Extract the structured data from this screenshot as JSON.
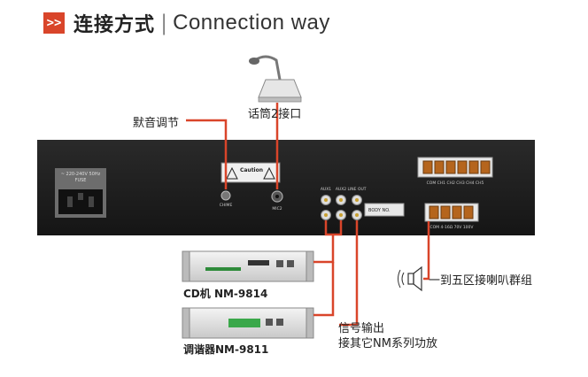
{
  "header": {
    "badge": ">>",
    "title_cn": "连接方式",
    "separator": "|",
    "title_en": "Connection way"
  },
  "labels": {
    "mute_adjust": "默音调节",
    "mic2_port": "话筒2接口",
    "speaker_groups": "一到五区接喇叭群组",
    "cd_player": "CD机 NM-9814",
    "tuner": "调谐器NM-9811",
    "signal_out_line1": "信号输出",
    "signal_out_line2": "接其它NM系列功放"
  },
  "panel_text": {
    "power_label_1": "~ 220-240V 50Hz",
    "power_label_2": "FUSE",
    "warning": "Caution",
    "chime": "CHIME",
    "mic2": "MIC2",
    "aux1": "AUX1",
    "aux2": "AUX2",
    "lineout": "LINE OUT",
    "body_no": "BODY NO.",
    "zones": "COM  CH1  CH2  CH3  CH4  CH5",
    "out_terminals": "COM  4-16Ω  70V  100V"
  },
  "colors": {
    "accent": "#d9452a",
    "panel": "#1e1e1e",
    "wire": "#d9452a"
  }
}
